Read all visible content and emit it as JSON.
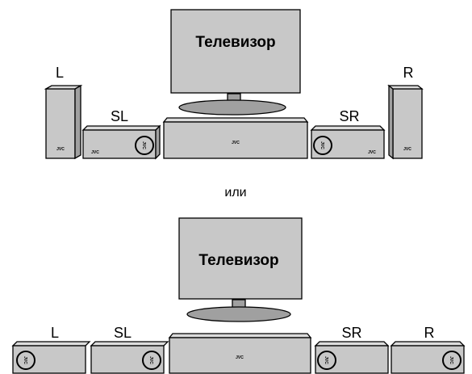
{
  "diagram": {
    "top": {
      "tv_label": "Телевизор",
      "speaker_labels": {
        "l": "L",
        "sl": "SL",
        "sr": "SR",
        "r": "R"
      },
      "brand": "JVC"
    },
    "separator": "или",
    "bottom": {
      "tv_label": "Телевизор",
      "speaker_labels": {
        "l": "L",
        "sl": "SL",
        "sr": "SR",
        "r": "R"
      },
      "brand": "JVC"
    }
  },
  "colors": {
    "device_fill": "#c8c8c8",
    "device_dark": "#a0a0a0",
    "outline": "#000000"
  }
}
